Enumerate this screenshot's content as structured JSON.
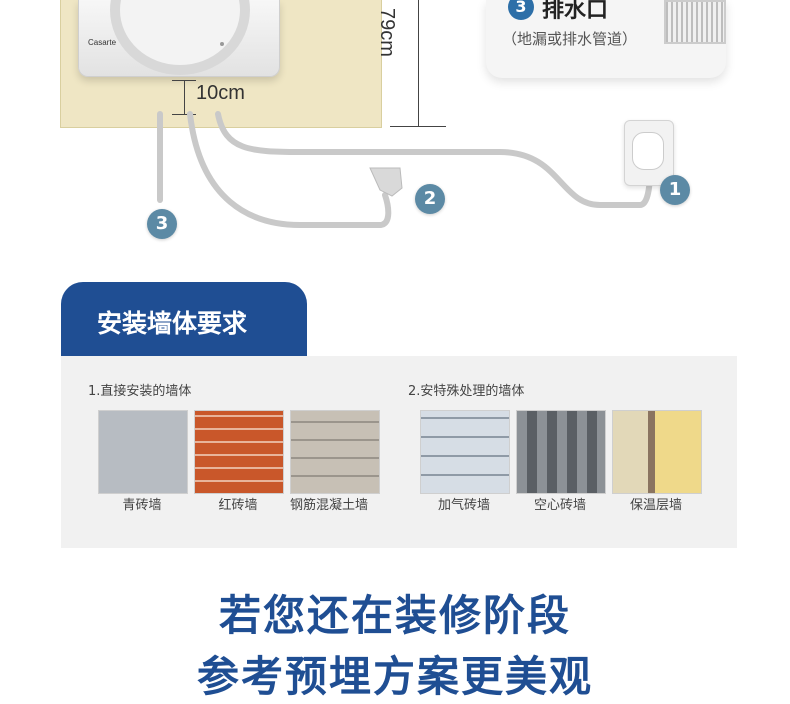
{
  "diagram": {
    "brand": "Casarte",
    "measure_10": "10cm",
    "measure_79": "79cm",
    "callout": {
      "number": "3",
      "title": "排水口",
      "subtitle": "（地漏或排水管道）"
    },
    "markers": [
      "1",
      "2",
      "3"
    ]
  },
  "section": {
    "title": "安装墙体要求",
    "groups": [
      {
        "label": "1.直接安装的墙体",
        "items": [
          "青砖墙",
          "红砖墙",
          "钢筋混凝土墙"
        ]
      },
      {
        "label": "2.安特殊处理的墙体",
        "items": [
          "加气砖墙",
          "空心砖墙",
          "保温层墙"
        ]
      }
    ]
  },
  "headline": {
    "line1": "若您还在装修阶段",
    "line2": "参考预埋方案更美观"
  },
  "colors": {
    "brand_blue": "#1f4e93",
    "badge_blue": "#5c8aa5",
    "panel_gray": "#f1f1f1"
  }
}
